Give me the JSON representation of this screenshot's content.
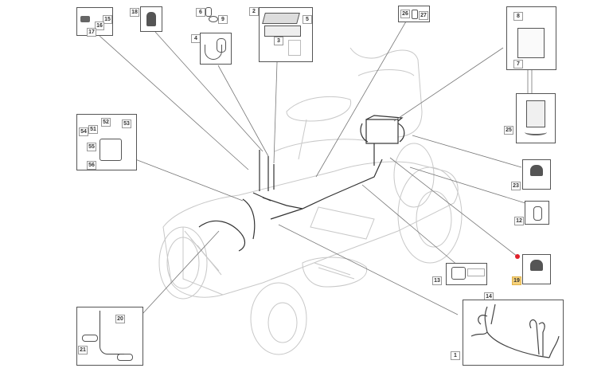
{
  "diagram": {
    "title": "Electrical system - ride-on mower parts diagram",
    "highlight_color": "#f7d27a",
    "marker_color": "#e0202a",
    "callouts": [
      {
        "id": "box-15-16-17",
        "labels": [
          "15",
          "16",
          "17"
        ]
      },
      {
        "id": "box-18",
        "labels": [
          "18"
        ]
      },
      {
        "id": "box-4",
        "labels": [
          "6",
          "9",
          "4"
        ]
      },
      {
        "id": "box-2",
        "labels": [
          "2",
          "5",
          "3"
        ]
      },
      {
        "id": "box-26-27",
        "labels": [
          "26",
          "27"
        ]
      },
      {
        "id": "box-7",
        "labels": [
          "8",
          "7"
        ]
      },
      {
        "id": "box-25",
        "labels": [
          "25"
        ]
      },
      {
        "id": "box-51-56",
        "labels": [
          "54",
          "51",
          "52",
          "53",
          "55",
          "56"
        ]
      },
      {
        "id": "box-23",
        "labels": [
          "23"
        ]
      },
      {
        "id": "box-12",
        "labels": [
          "12"
        ]
      },
      {
        "id": "box-19",
        "labels": [
          "19"
        ],
        "highlighted": true
      },
      {
        "id": "box-13",
        "labels": [
          "13"
        ]
      },
      {
        "id": "box-1",
        "labels": [
          "14",
          "1"
        ]
      },
      {
        "id": "box-20-21",
        "labels": [
          "20",
          "21"
        ]
      }
    ]
  }
}
